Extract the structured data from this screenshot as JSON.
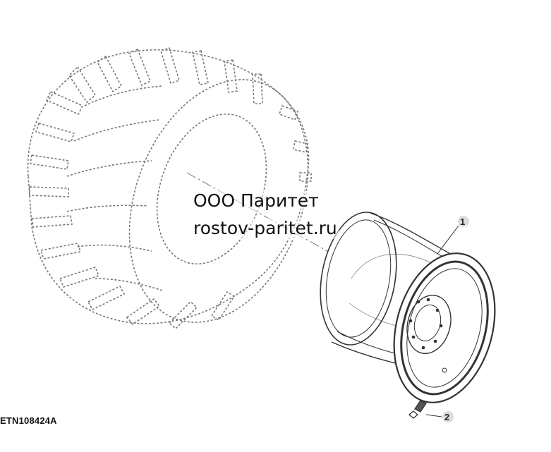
{
  "watermark": {
    "line1": "ООО Паритет",
    "line2": "rostov-paritet.ru"
  },
  "figure_code": "ETN108424A",
  "callouts": [
    {
      "id": "1",
      "part": "rim"
    },
    {
      "id": "2",
      "part": "valve"
    }
  ],
  "colors": {
    "line": "#333333",
    "dashed": "#777777",
    "callout_circle": "#dddddd"
  }
}
